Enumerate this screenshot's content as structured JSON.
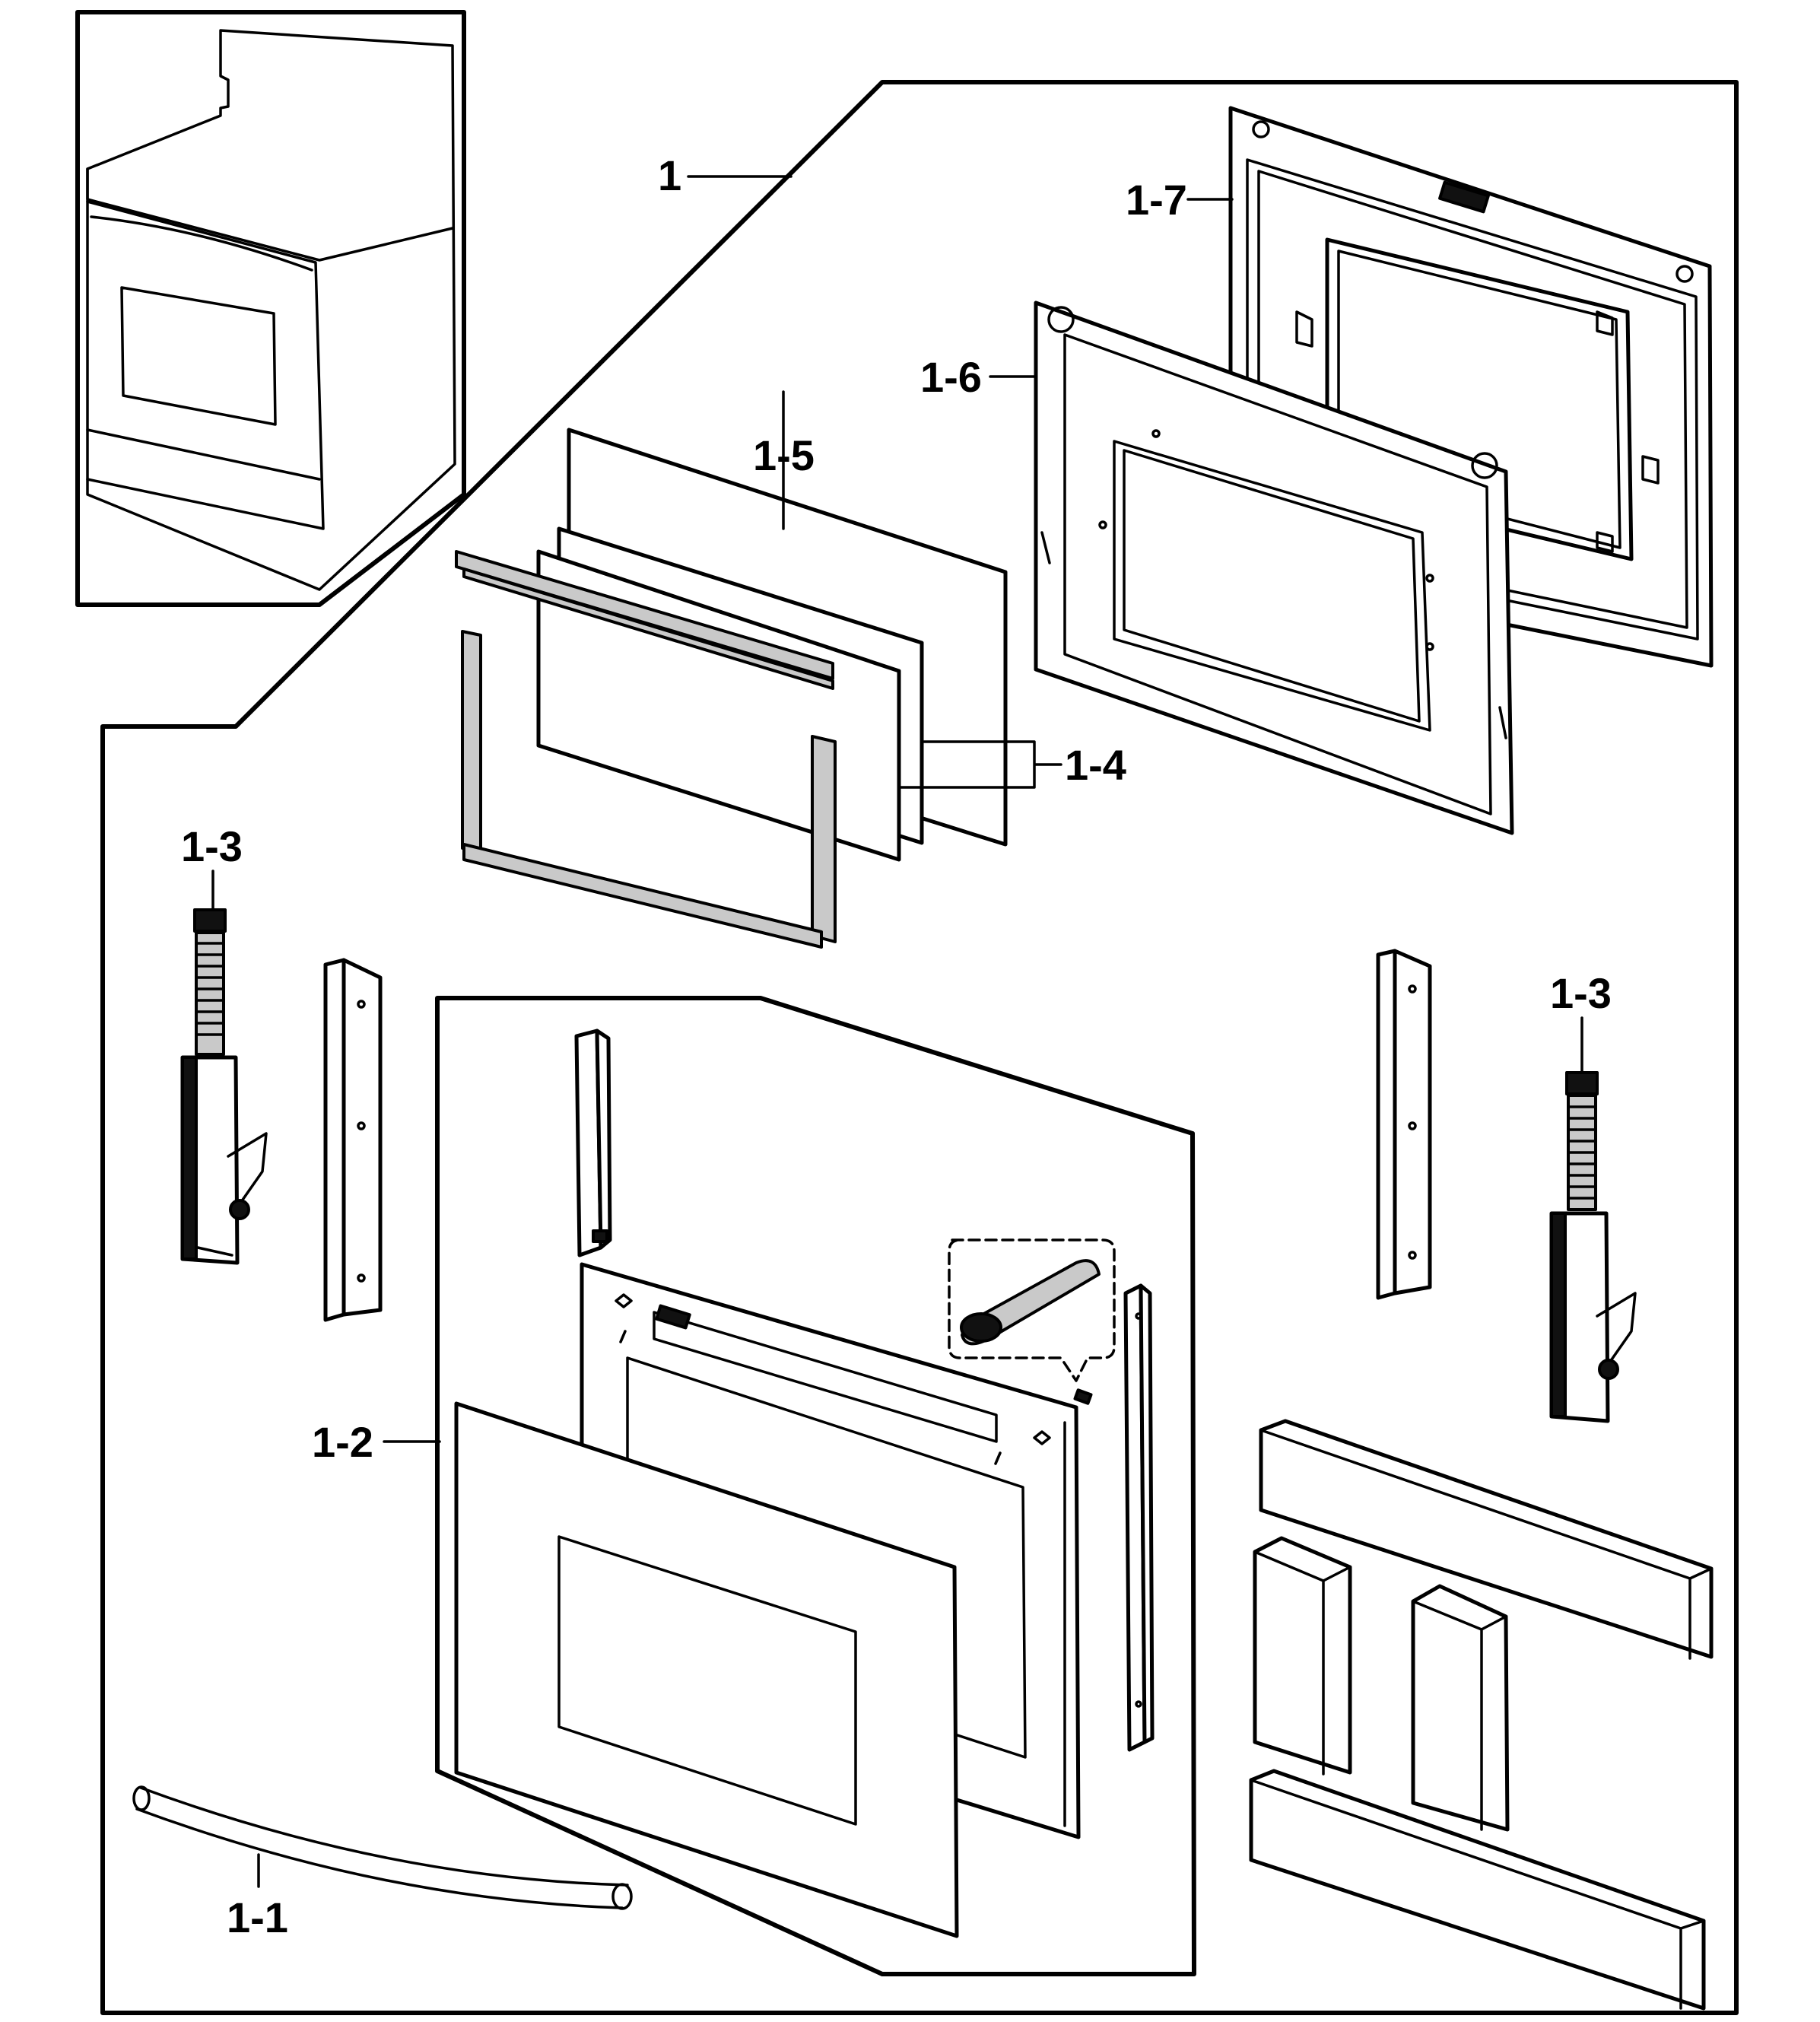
{
  "diagram": {
    "labels": {
      "door_assembly": "1",
      "handle": "1-1",
      "outer_door": "1-2",
      "hinge_left": "1-3",
      "hinge_right": "1-3",
      "glass": "1-4",
      "glass_outer": "1-5",
      "inner_frame": "1-6",
      "door_liner": "1-7"
    }
  }
}
